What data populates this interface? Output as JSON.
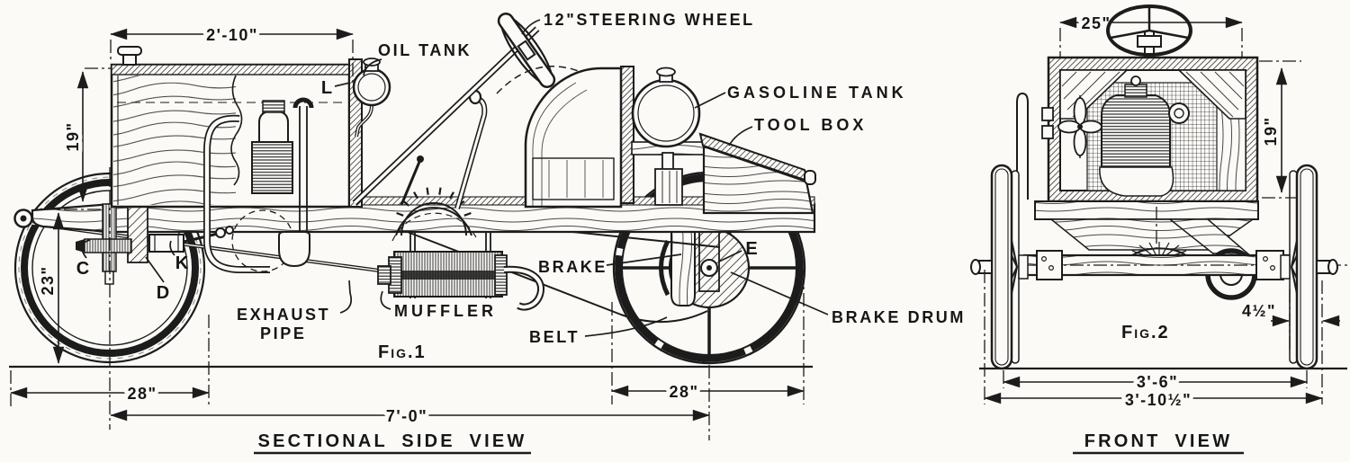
{
  "colors": {
    "ink": "#1c1c1c",
    "paper": "#fbfaf7"
  },
  "side": {
    "title": "SECTIONAL SIDE VIEW",
    "fig": "Fig.1",
    "dims": {
      "hood_len": "2'-10\"",
      "hood_h": "19\"",
      "wheel_h": "23\"",
      "front_wheel": "28\"",
      "rear_wheel": "28\"",
      "wheelbase": "7'-0\""
    },
    "labels": {
      "steering": "12\"STEERING WHEEL",
      "oil": "OIL TANK",
      "gas": "GASOLINE TANK",
      "toolbox": "TOOL BOX",
      "brake": "BRAKE",
      "drum": "BRAKE DRUM",
      "belt": "BELT",
      "muffler": "MUFFLER",
      "exhaust1": "EXHAUST",
      "exhaust2": "PIPE"
    },
    "refs": {
      "L": "L",
      "C": "C",
      "D": "D",
      "K": "K",
      "E": "E"
    }
  },
  "front": {
    "title": "FRONT VIEW",
    "fig": "Fig.2",
    "dims": {
      "body_w": "25\"",
      "body_h": "19\"",
      "hub": "4½\"",
      "track": "3'-6\"",
      "overall": "3'-10½\""
    }
  }
}
